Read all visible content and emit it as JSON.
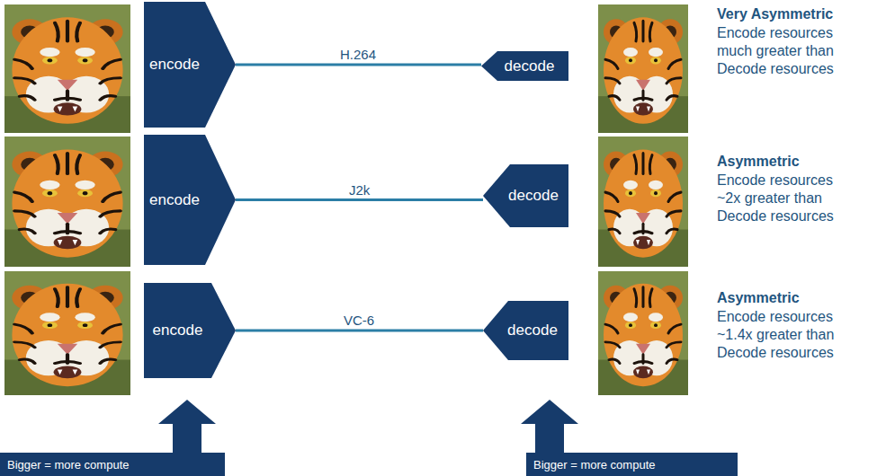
{
  "diagram": {
    "nodes": [
      {
        "text": [
          "encode"
        ]
      },
      {
        "text": [
          "decode"
        ]
      },
      {
        "text": [
          "encode"
        ]
      },
      {
        "text": [
          "decode"
        ]
      },
      {
        "text": [
          "encode"
        ]
      },
      {
        "text": [
          "decode"
        ]
      },
      {
        "text": [
          "Bigger = more compute"
        ]
      },
      {
        "text": [
          "Bigger = more compute"
        ]
      }
    ],
    "edges": [
      {
        "from": 0,
        "to": 1,
        "label": "H.264",
        "arrow": "none"
      },
      {
        "from": 2,
        "to": 3,
        "label": "J2k",
        "arrow": "none"
      },
      {
        "from": 4,
        "to": 5,
        "label": "VC-6",
        "arrow": "none"
      }
    ],
    "labels": [
      "Very Asymmetric",
      "Encode resources much greater than Decode resources",
      "Asymmetric",
      "Encode resources ~2x greater than Decode resources",
      "Asymmetric",
      "Encode resources ~1.4x greater than Decode resources"
    ]
  }
}
